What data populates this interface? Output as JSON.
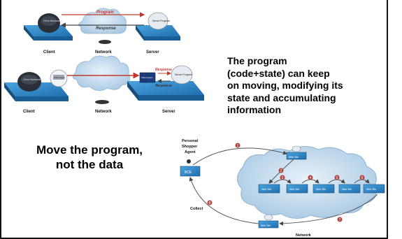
{
  "description_lines": [
    "The program",
    "(code+state) can keep",
    "on moving, modifying its",
    "state and accumulating",
    "information"
  ],
  "motto_lines": [
    "Move the program,",
    "not the data"
  ],
  "top_diagram": {
    "client_label": "Client",
    "network_label": "Network",
    "server_label": "Server",
    "request_label": "Program",
    "response_label": "Response",
    "client_screen": "Client Workstation",
    "server_screen": "Server Program"
  },
  "middle_diagram": {
    "client_label": "Client",
    "network_label": "Network",
    "server_label": "Server",
    "request_label": "Response",
    "response_label": "Response",
    "client_screen": "Client Workstation",
    "agent_screen": "Client Agent",
    "server_agent_screen": "Client Agent",
    "server_screen": "Server Program"
  },
  "agent_diagram": {
    "agent_caption": [
      "Personal",
      "Shopper",
      "Agent"
    ],
    "user_box": "BCE",
    "collect_label": "Collect",
    "network_label": "Network",
    "step_markers": [
      "1",
      "2",
      "3",
      "4",
      "5",
      "6",
      "7",
      "8"
    ],
    "store_labels": [
      "Web Site",
      "Web Site",
      "Web Site",
      "Web Site",
      "Web Site"
    ],
    "top_node": "Web Site",
    "bottom_node": "Web Site"
  },
  "colors": {
    "slab": "#2f87c6",
    "slab_dark": "#1a5e95",
    "cloud": "#c9dff0",
    "arrow": "#c0392b",
    "marker": "#b0473e"
  }
}
